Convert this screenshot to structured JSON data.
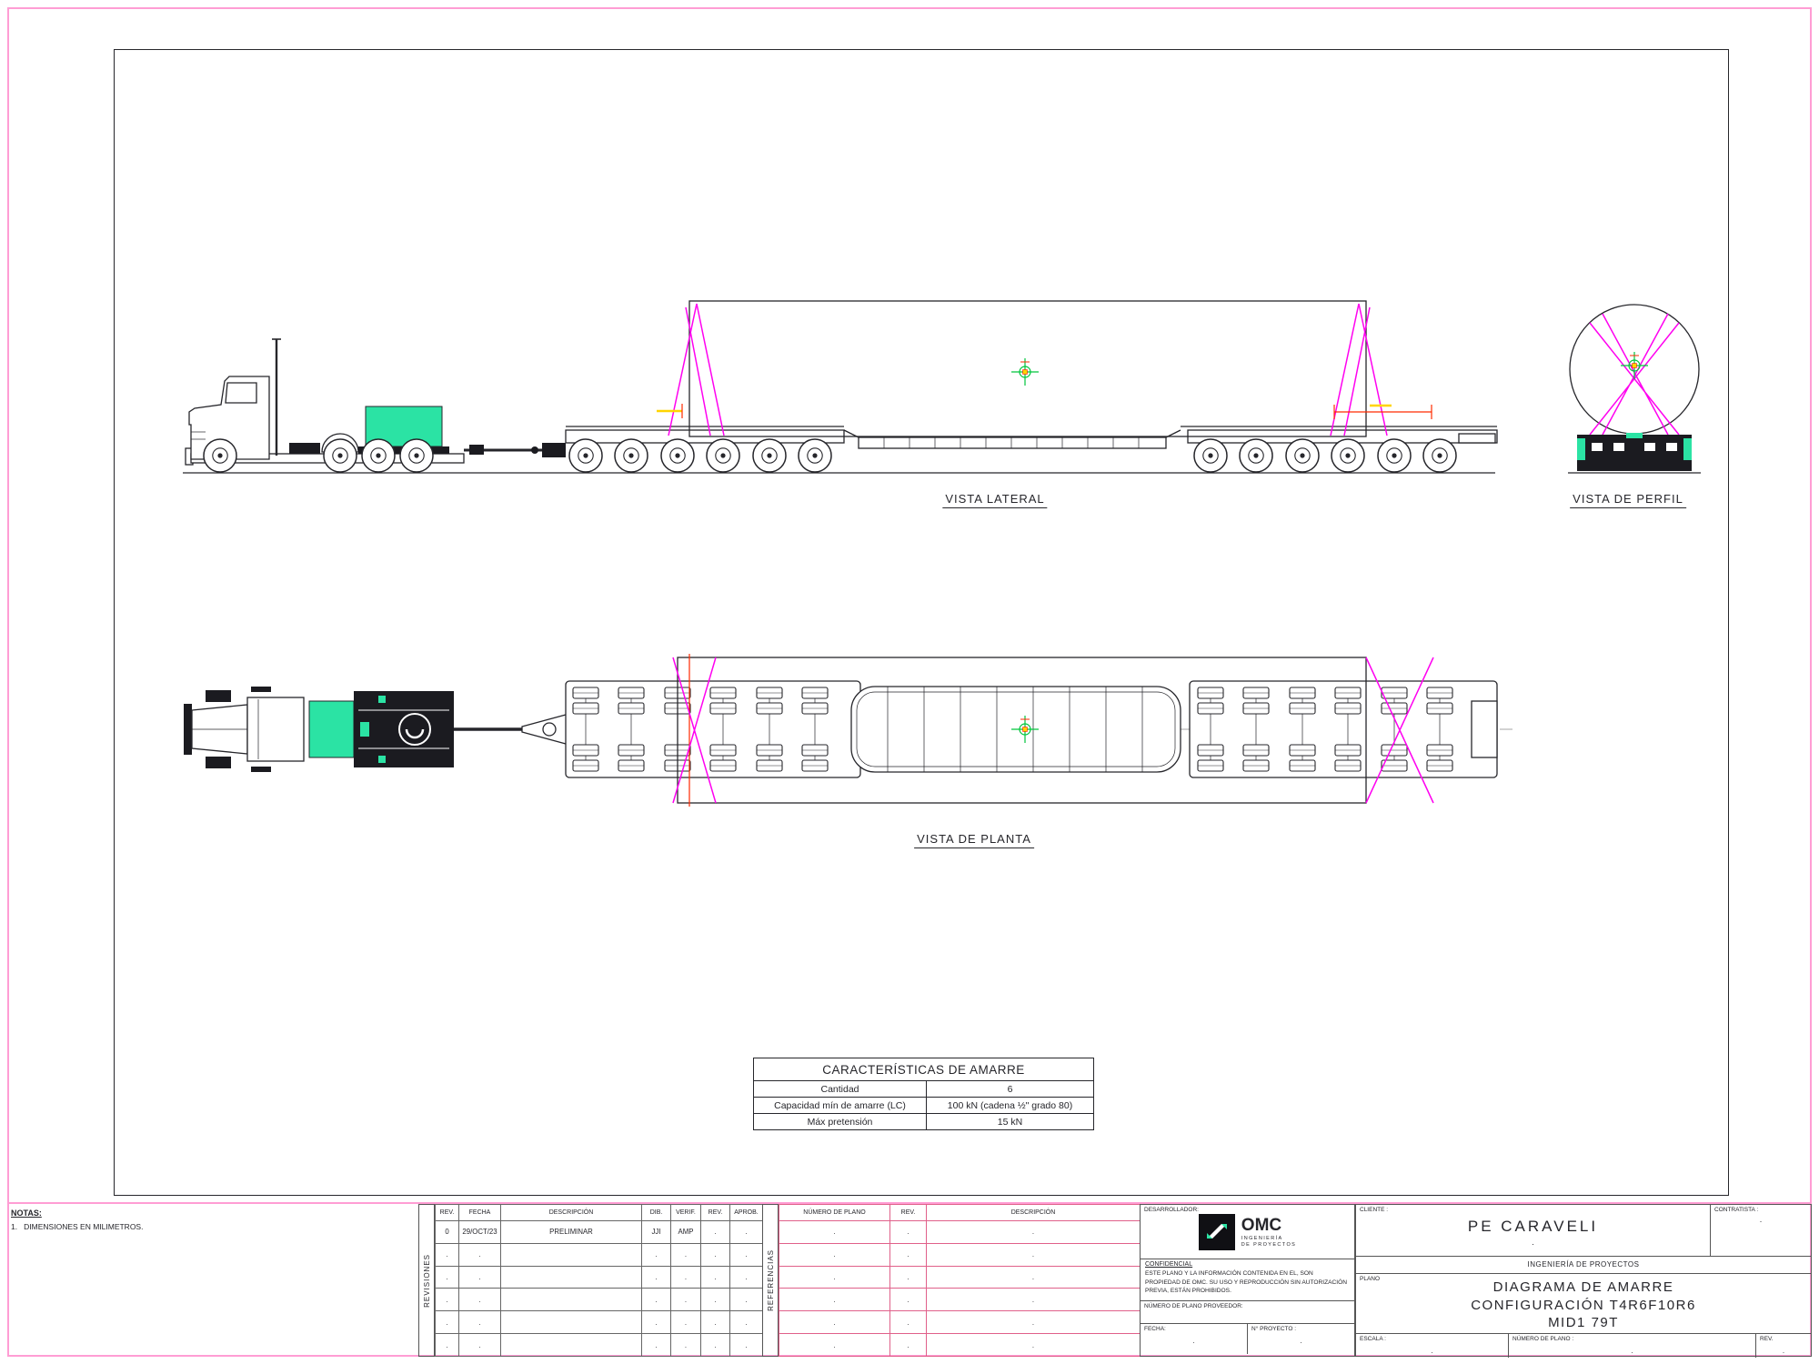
{
  "notes": {
    "title": "NOTAS:",
    "items": [
      "1.   DIMENSIONES EN MILIMETROS."
    ]
  },
  "views": {
    "lateral": "VISTA LATERAL",
    "perfil": "VISTA DE PERFIL",
    "planta": "VISTA DE PLANTA"
  },
  "amarre": {
    "title": "CARACTERÍSTICAS DE AMARRE",
    "rows": [
      {
        "label": "Cantidad",
        "value": "6"
      },
      {
        "label": "Capacidad mín de amarre (LC)",
        "value": "100 kN (cadena ½\" grado 80)"
      },
      {
        "label": "Máx pretensión",
        "value": "15 kN"
      }
    ]
  },
  "revisiones": {
    "label": "REVISIONES",
    "headers": [
      "REV.",
      "FECHA",
      "DESCRIPCIÓN",
      "DIB.",
      "VERIF.",
      "REV.",
      "APROB."
    ],
    "rows": [
      [
        "0",
        "29/OCT/23",
        "PRELIMINAR",
        "JJI",
        "AMP",
        ".",
        "."
      ],
      [
        ".",
        ".",
        "",
        ".",
        ".",
        ".",
        "."
      ],
      [
        ".",
        ".",
        "",
        ".",
        ".",
        ".",
        "."
      ],
      [
        ".",
        ".",
        "",
        ".",
        ".",
        ".",
        "."
      ],
      [
        ".",
        ".",
        "",
        ".",
        ".",
        ".",
        "."
      ],
      [
        ".",
        ".",
        "",
        ".",
        ".",
        ".",
        "."
      ]
    ]
  },
  "referencias": {
    "label": "REFERENCIAS",
    "headers": [
      "NÚMERO DE PLANO",
      "REV.",
      "DESCRIPCIÓN"
    ],
    "rows": [
      [
        ".",
        ".",
        "."
      ],
      [
        ".",
        ".",
        "."
      ],
      [
        ".",
        ".",
        "."
      ],
      [
        ".",
        ".",
        "."
      ],
      [
        ".",
        ".",
        "."
      ],
      [
        ".",
        ".",
        "."
      ]
    ]
  },
  "desarrollador": {
    "label": "DESARROLLADOR:",
    "logo": {
      "text": "OMC",
      "sub1": "INGENIERÍA",
      "sub2": "DE PROYECTOS"
    },
    "confidencial_title": "CONFIDENCIAL",
    "confidencial_body": "ESTE PLANO Y LA INFORMACIÓN CONTENIDA EN EL, SON PROPIEDAD DE OMC. SU USO Y REPRODUCCIÓN SIN AUTORIZACIÓN PREVIA, ESTÁN PROHIBIDOS.",
    "proveedor_label": "NÚMERO DE PLANO PROVEEDOR:",
    "fecha_label": "FECHA:",
    "fecha_value": ".",
    "proyecto_label": "N° PROYECTO :",
    "proyecto_value": "."
  },
  "titleblock": {
    "cliente_label": "CLIENTE :",
    "cliente_value": "PE CARAVELI",
    "cliente_dot": ".",
    "contratista_label": "CONTRATISTA :",
    "contratista_value": ".",
    "ingenieria": "INGENIERÍA DE PROYECTOS",
    "plano_label": "PLANO",
    "plano_lines": [
      "DIAGRAMA DE AMARRE",
      "CONFIGURACIÓN T4R6F10R6",
      "MID1 79T"
    ],
    "escala_label": "ESCALA :",
    "escala_value": ".",
    "numero_label": "NÚMERO DE PLANO :",
    "numero_value": ".",
    "rev_label": "REV.",
    "rev_value": "."
  },
  "colors": {
    "teal_accent": "#2BE3A4",
    "lashing_magenta": "#FF00F0",
    "cg_green": "#00C53C",
    "dimension_red": "#FF2A00",
    "dimension_yellow": "#FFD500",
    "frame_pink": "#FF9DD4"
  }
}
